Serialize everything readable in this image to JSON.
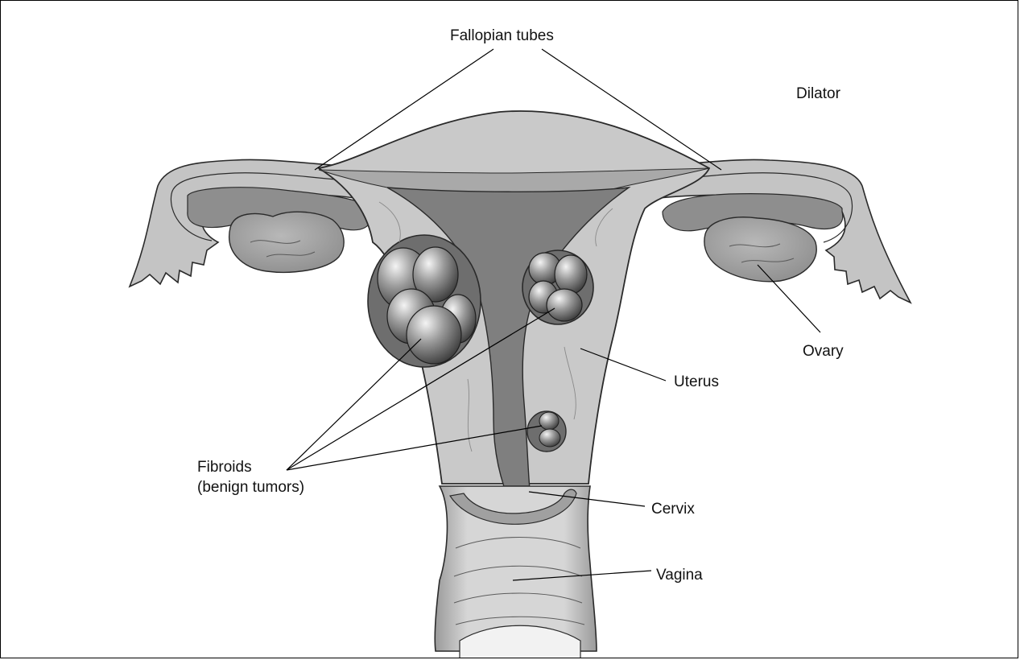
{
  "labels": {
    "fallopian_tubes": "Fallopian tubes",
    "dilator": "Dilator",
    "ovary": "Ovary",
    "uterus": "Uterus",
    "fibroids": "Fibroids\n(benign tumors)",
    "cervix": "Cervix",
    "vagina": "Vagina"
  },
  "colors": {
    "outline": "#2a2a2a",
    "tissue_light": "#c4c4c4",
    "tissue_mid": "#a6a6a6",
    "cavity_dark": "#7a7a7a",
    "fibroid_base": "#6a6a6a",
    "leader_line": "#000000"
  }
}
